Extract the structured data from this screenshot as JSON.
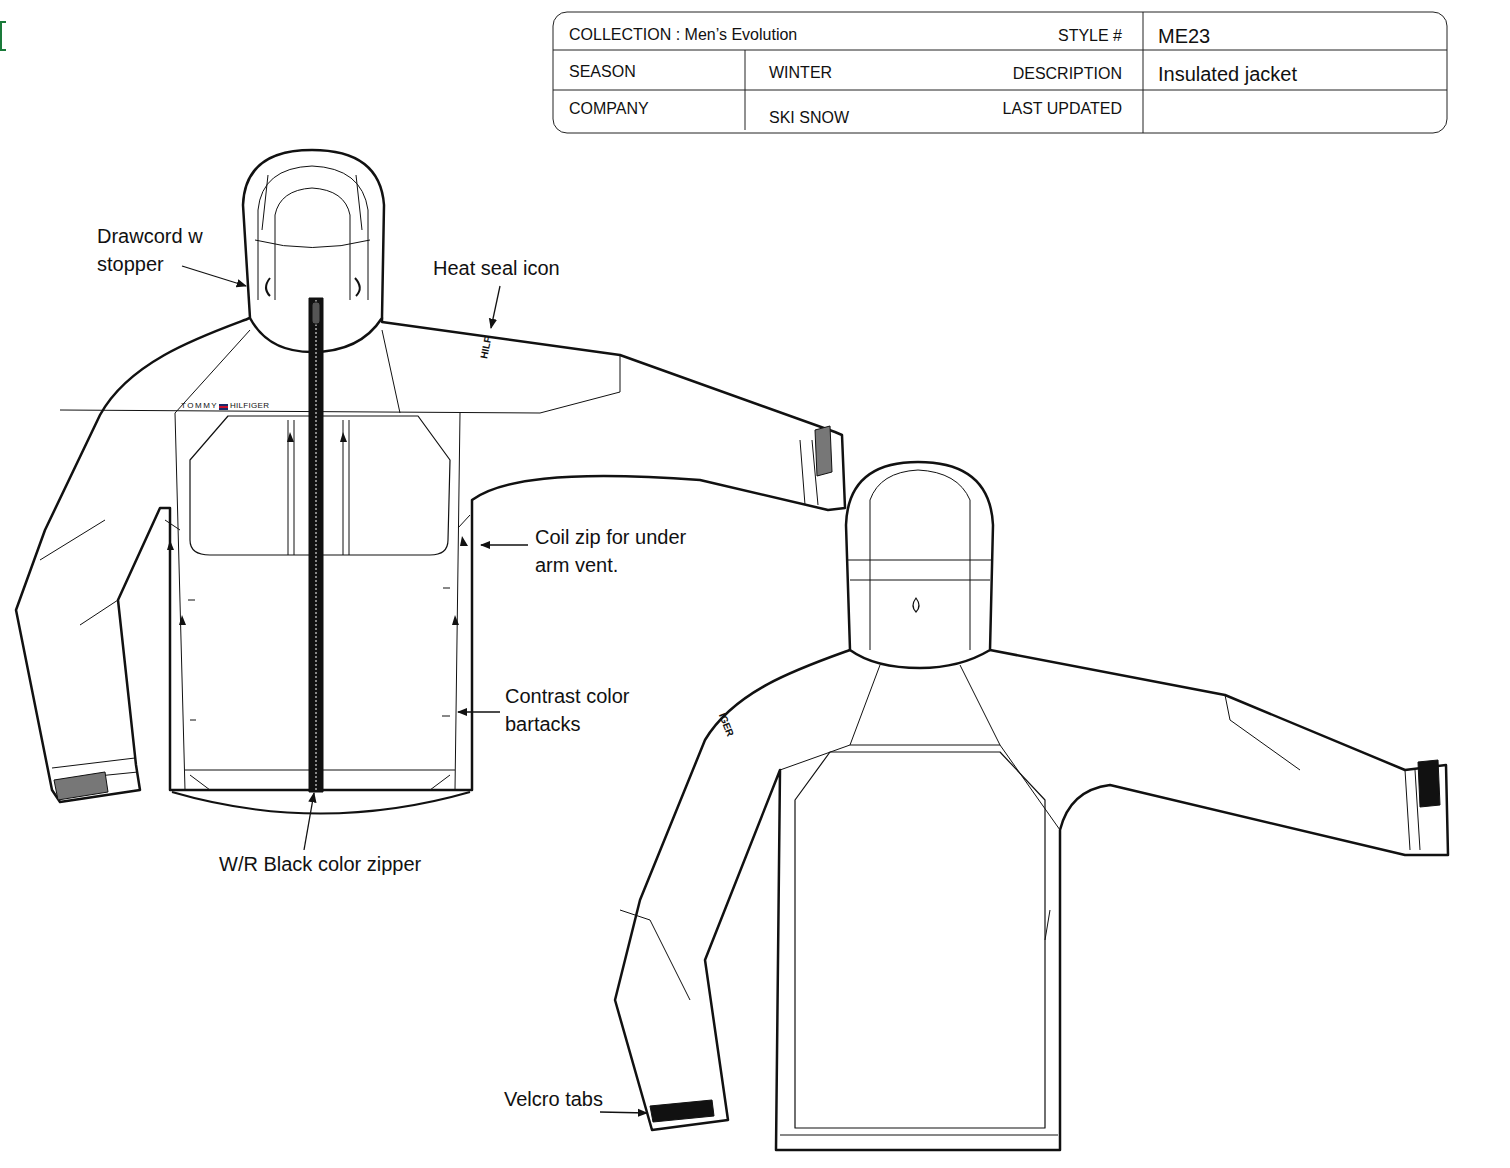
{
  "diagram": {
    "labels": [
      "COLLECTION : Men’s Evolution",
      "STYLE #",
      "ME23",
      "SEASON",
      "WINTER",
      "DESCRIPTION",
      "Insulated jacket",
      "COMPANY",
      "SKI SNOW",
      "LAST UPDATED",
      "Drawcord w stopper",
      "Heat seal icon",
      "Coil zip for under arm vent.",
      "Contrast color bartacks",
      "W/R Black color zipper",
      "Velcro tabs",
      "TOMMY",
      "HILFIGER",
      "HILF",
      "IGER"
    ]
  }
}
